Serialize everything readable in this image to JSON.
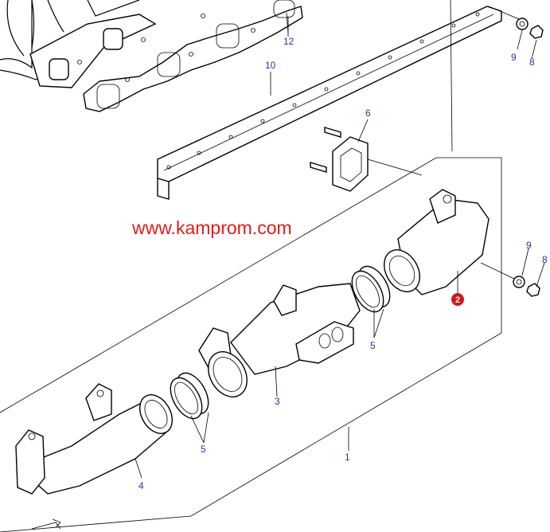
{
  "watermark": "www.kamprom.com",
  "callouts": {
    "c1": "1",
    "c2": "2",
    "c3": "3",
    "c4": "4",
    "c5a": "5",
    "c5b": "5",
    "c6": "6",
    "c8a": "8",
    "c8b": "8",
    "c9a": "9",
    "c9b": "9",
    "c10": "10",
    "c12": "12"
  },
  "colors": {
    "callout_text": "#1a3aa8",
    "watermark": "#e01b1b",
    "marker": "#d4141c"
  }
}
